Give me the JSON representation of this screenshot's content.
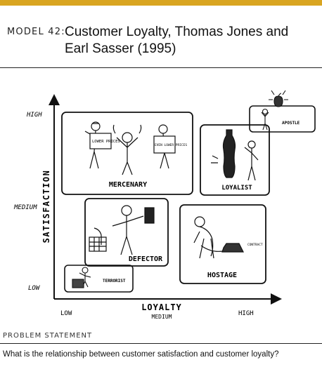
{
  "header": {
    "model_label": "MODEL 42:",
    "title": "Customer Loyalty, Thomas Jones and Earl Sasser (1995)"
  },
  "diagram": {
    "y_axis": {
      "label": "SATISFACTION",
      "ticks": [
        "HIGH",
        "MEDIUM",
        "LOW"
      ]
    },
    "x_axis": {
      "label": "LOYALTY",
      "ticks": [
        "LOW",
        "MEDIUM",
        "HIGH"
      ]
    },
    "segments": {
      "mercenary": {
        "label": "MERCENARY",
        "signs": [
          "LOWER PRICES",
          "EVEN LOWER PRICES"
        ]
      },
      "loyalist": {
        "label": "LOYALIST"
      },
      "apostle": {
        "label": "APOSTLE"
      },
      "defector": {
        "label": "DEFECTOR"
      },
      "hostage": {
        "label": "HOSTAGE",
        "weight_label": "CONTRACT"
      },
      "terrorist": {
        "label": "TERRORIST"
      }
    }
  },
  "problem": {
    "heading": "PROBLEM STATEMENT",
    "text": "What is the relationship between customer satisfaction and customer loyalty?"
  },
  "colors": {
    "accent": "#d9a521",
    "ink": "#111111"
  }
}
